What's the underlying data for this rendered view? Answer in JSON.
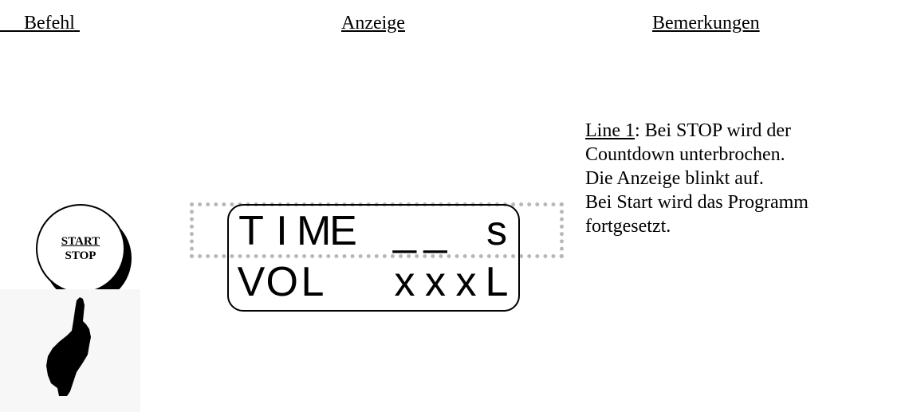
{
  "headers": {
    "befehl": "Befehl",
    "anzeige": "Anzeige",
    "bemerkungen": "Bemerkungen"
  },
  "button": {
    "line1": "START",
    "line2": "STOP"
  },
  "display": {
    "line1": [
      "T",
      "I",
      "M",
      "E",
      " ",
      "_",
      "_",
      " ",
      "s"
    ],
    "line2": [
      "V",
      "O",
      "L",
      " ",
      " ",
      "x",
      "x",
      "x",
      "L"
    ]
  },
  "remarks": {
    "lead_label": "Line 1",
    "lead_text": ": Bei STOP wird der",
    "lines": [
      "Countdown unterbrochen.",
      "Die Anzeige blinkt auf.",
      "Bei Start wird das Programm",
      "fortgesetzt."
    ]
  },
  "icons": {
    "button": "start-stop-button-icon",
    "hand": "pointing-hand-icon"
  },
  "colors": {
    "highlight": "#b8b8b8",
    "ink": "#000000"
  }
}
